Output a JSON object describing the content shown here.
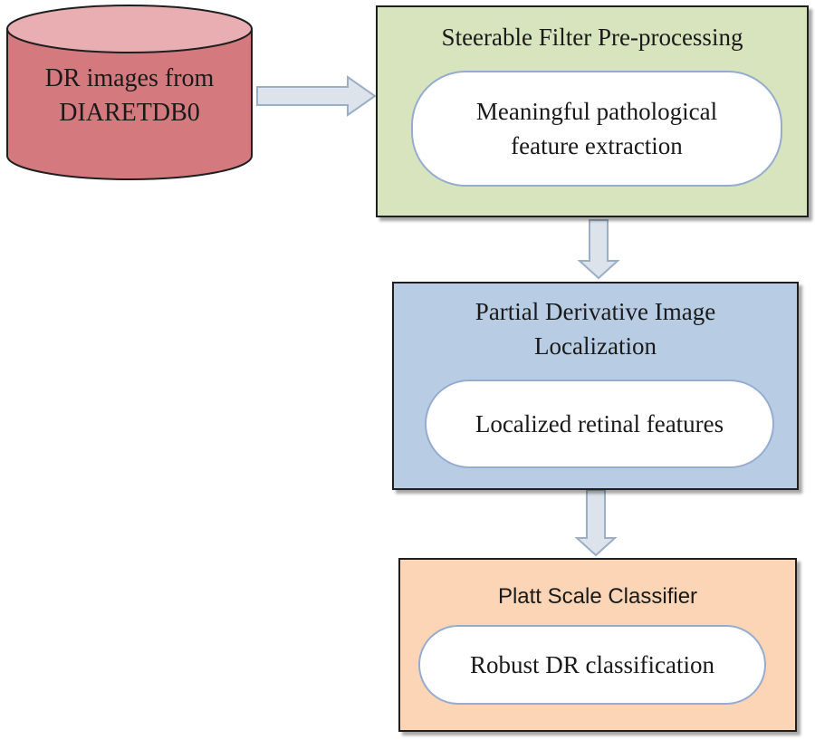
{
  "database": {
    "label": "DR images from\nDIARETDB0",
    "fill": "#d47a7f"
  },
  "steps": [
    {
      "title": "Steerable Filter Pre-processing",
      "output": "Meaningful pathological\nfeature extraction",
      "fill": "#d7e4bd"
    },
    {
      "title": "Partial Derivative Image\nLocalization",
      "output": "Localized retinal features",
      "fill": "#b8cce4"
    },
    {
      "title": "Platt Scale Classifier",
      "output": "Robust DR classification",
      "fill": "#fbd5b5"
    }
  ],
  "colors": {
    "arrow_fill": "#dde3ea",
    "arrow_stroke": "#9aaec6",
    "pill_border": "#95acd0"
  }
}
